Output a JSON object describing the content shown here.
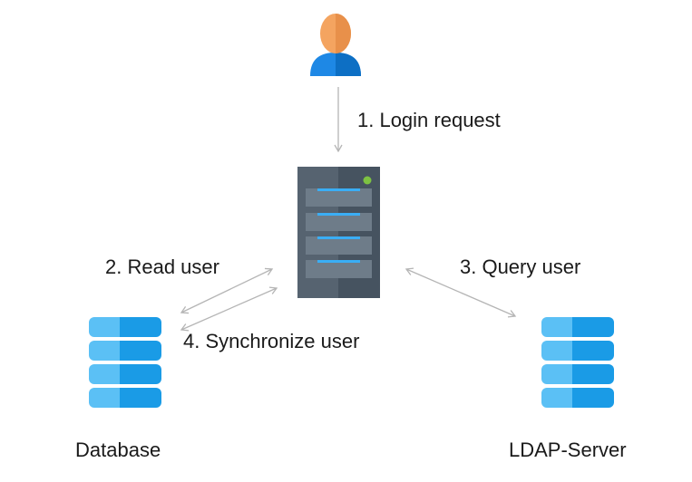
{
  "nodes": {
    "user": {
      "icon": "user-icon"
    },
    "server": {
      "icon": "server-icon",
      "status_color": "#7dc242"
    },
    "database": {
      "icon": "database-icon",
      "label": "Database"
    },
    "ldap": {
      "icon": "database-icon",
      "label": "LDAP-Server"
    }
  },
  "steps": [
    {
      "label": "1. Login request"
    },
    {
      "label": "2. Read user"
    },
    {
      "label": "3. Query user"
    },
    {
      "label": "4. Synchronize user"
    }
  ],
  "colors": {
    "user_skin": "#f4a460",
    "user_body": "#1e88e5",
    "server_front": "#566370",
    "server_side": "#465360",
    "db_light": "#5bc0f5",
    "db_dark": "#1a9be6",
    "arrow": "#b5b5b5"
  }
}
